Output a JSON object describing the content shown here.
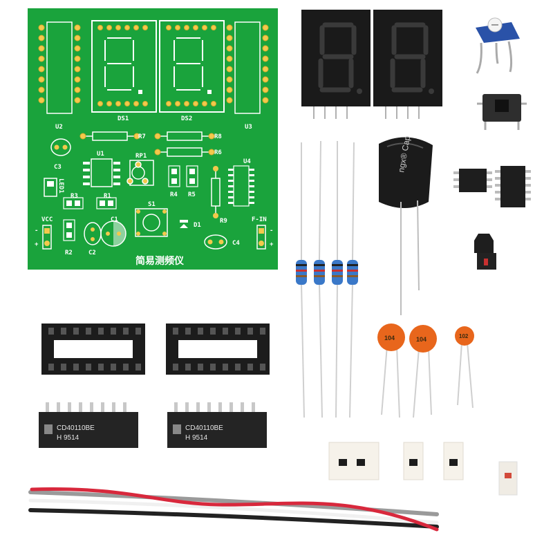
{
  "pcb": {
    "title": "简易测频仪",
    "labels": {
      "u2": "U2",
      "u3": "U3",
      "ds1": "DS1",
      "ds2": "DS2",
      "r7": "R7",
      "r8": "R8",
      "r6": "R6",
      "u1": "U1",
      "rp1": "RP1",
      "u4": "U4",
      "c3": "C3",
      "led1": "LED1",
      "r3": "R3",
      "r1": "R1",
      "r4": "R4",
      "r5": "R5",
      "r9": "R9",
      "s1": "S1",
      "d1": "D1",
      "c1": "C1",
      "c2": "C2",
      "c4": "C4",
      "r2": "R2",
      "vcc": "VCC",
      "fin": "F-IN",
      "plus_left": "+",
      "minus_left": "-",
      "plus_right": "+",
      "minus_right": "-"
    }
  },
  "components": {
    "capacitor_marking": "ngx® Cap",
    "ceramic_caps": [
      "104",
      "104",
      "102"
    ],
    "ic_chips": [
      {
        "line1": "CD40110BE",
        "line2": "H 9514"
      },
      {
        "line1": "CD40110BE",
        "line2": "H 9514"
      }
    ]
  },
  "colors": {
    "pcb_green": "#1aa33c",
    "seven_segment_body": "#1a1a1a",
    "ceramic_orange": "#e8661c",
    "wire_red": "#d8283c",
    "wire_black": "#222222"
  }
}
